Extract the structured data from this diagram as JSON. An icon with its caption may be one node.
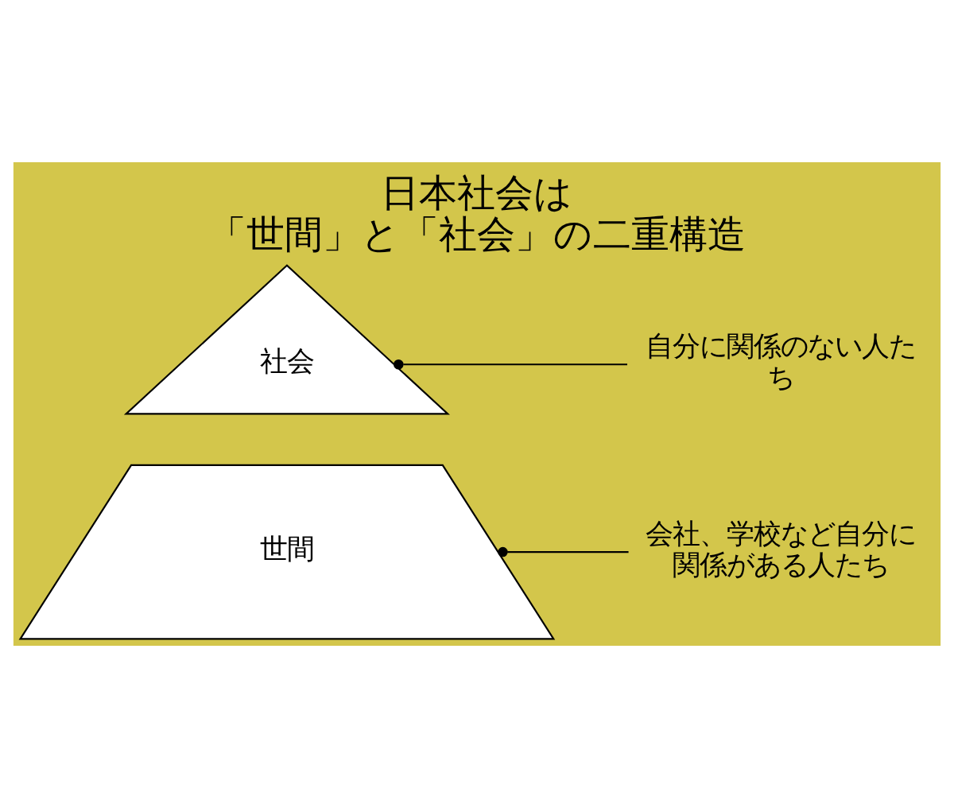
{
  "diagram": {
    "title": "日本社会は「世間」と「社会」の二重構造",
    "nodes": [
      {
        "text": [
          "社会"
        ]
      },
      {
        "text": [
          "世間"
        ]
      },
      {
        "text": [
          "自分に関係のない人たち"
        ]
      },
      {
        "text": [
          "会社、学校など自分に関係がある人たち"
        ]
      }
    ],
    "edges": [
      {
        "from": 0,
        "to": 2,
        "arrow": "other"
      },
      {
        "from": 1,
        "to": 3,
        "arrow": "other"
      }
    ]
  }
}
